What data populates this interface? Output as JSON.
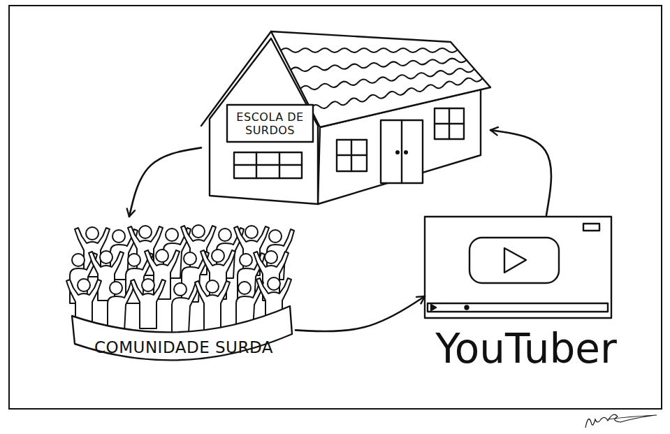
{
  "diagram": {
    "nodes": [
      {
        "text": [
          "ESCOLA DE SURDOS"
        ]
      },
      {
        "text": [
          "COMUNIDADE SURDA"
        ]
      },
      {
        "text": [
          "YouTuber"
        ]
      }
    ],
    "edges": [
      {
        "from": 0,
        "to": 1,
        "arrow": "to"
      },
      {
        "from": 1,
        "to": 2,
        "arrow": "to"
      },
      {
        "from": 2,
        "to": 0,
        "arrow": "to"
      }
    ]
  }
}
